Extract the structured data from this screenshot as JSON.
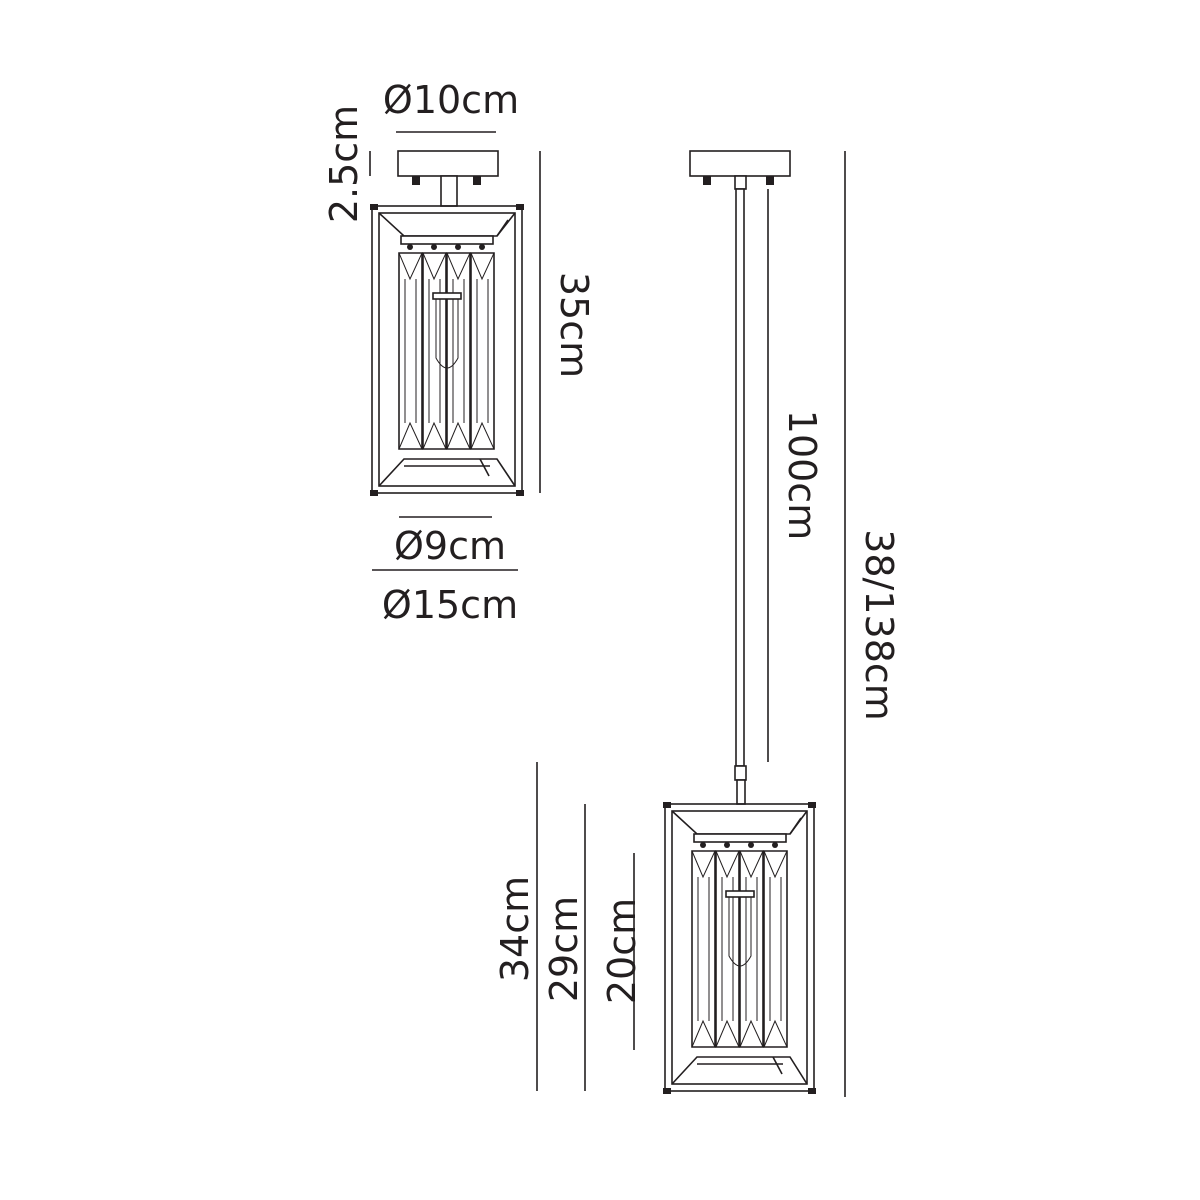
{
  "dimensions": {
    "flush": {
      "canopy_diameter": "Ø10cm",
      "canopy_height": "2.5cm",
      "height": "35cm",
      "inner_diameter": "Ø9cm",
      "outer_diameter": "Ø15cm"
    },
    "pendant": {
      "rod_length": "100cm",
      "total_height": "38/138cm",
      "body_height": "34cm",
      "frame_height": "29cm",
      "crystal_height": "20cm"
    }
  }
}
